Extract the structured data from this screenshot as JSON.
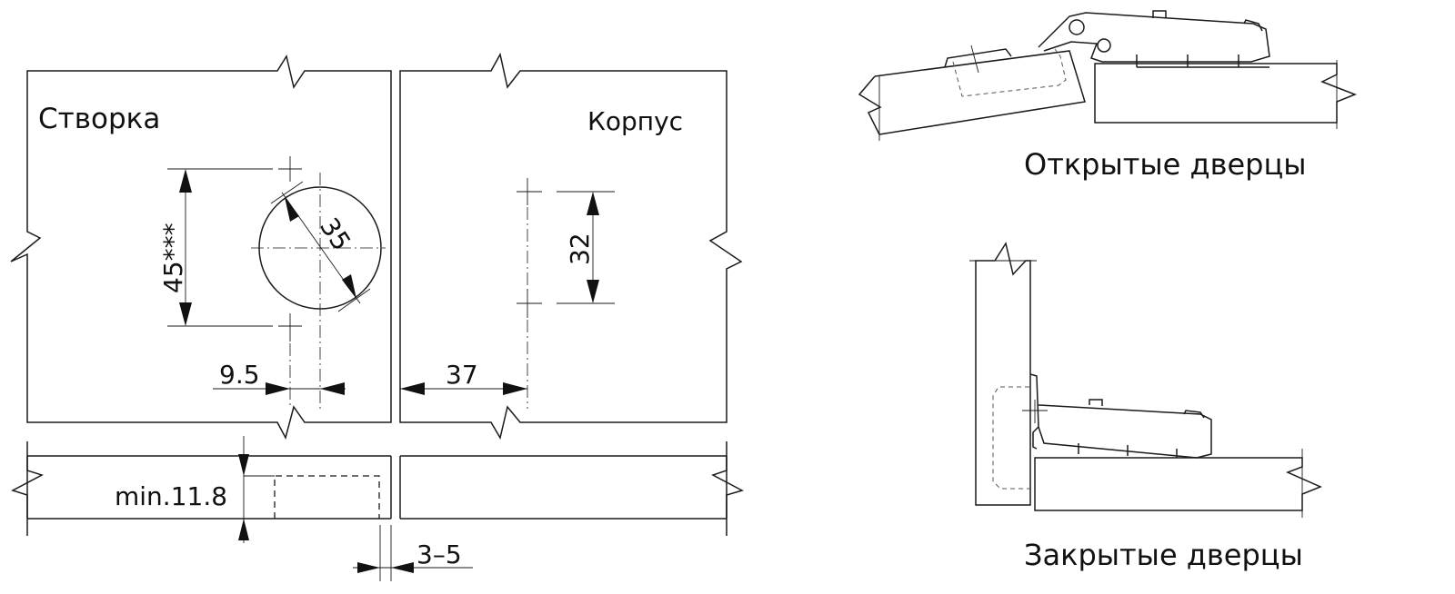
{
  "labels": {
    "door": "Створка",
    "cabinet": "Корпус",
    "open_doors": "Открытые дверцы",
    "closed_doors": "Закрытые дверцы"
  },
  "dimensions": {
    "hole_spacing": "45***",
    "cup_diameter": "35",
    "plate_spacing": "32",
    "edge_offset": "9.5",
    "plate_setback": "37",
    "min_thickness": "min.11.8",
    "gap": "3–5"
  }
}
